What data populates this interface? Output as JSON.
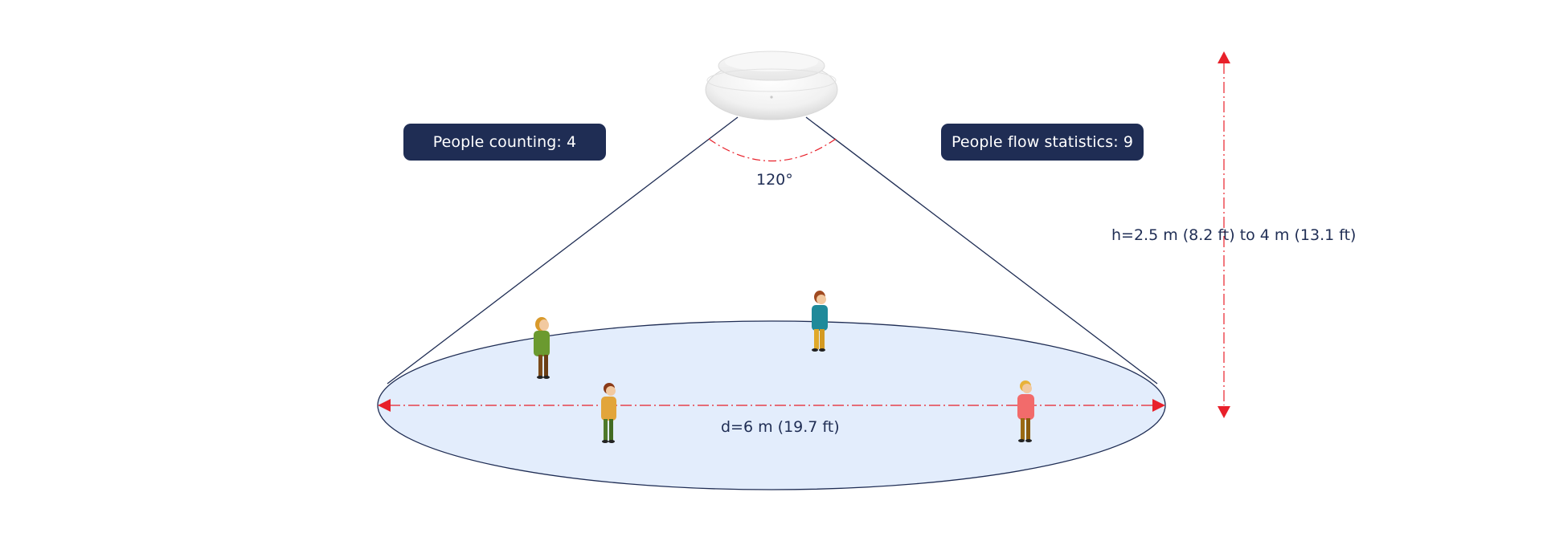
{
  "badges": {
    "people_counting": "People counting: 4",
    "people_flow": "People flow statistics: 9"
  },
  "labels": {
    "angle": "120°",
    "height": "h=2.5 m (8.2 ft) to 4 m (13.1 ft)",
    "diameter": "d=6 m (19.7 ft)"
  },
  "colors": {
    "badge_bg": "#1f2d54",
    "text": "#1f2d54",
    "floor_fill": "#e3edfc",
    "dimension_red": "#e8202a"
  }
}
